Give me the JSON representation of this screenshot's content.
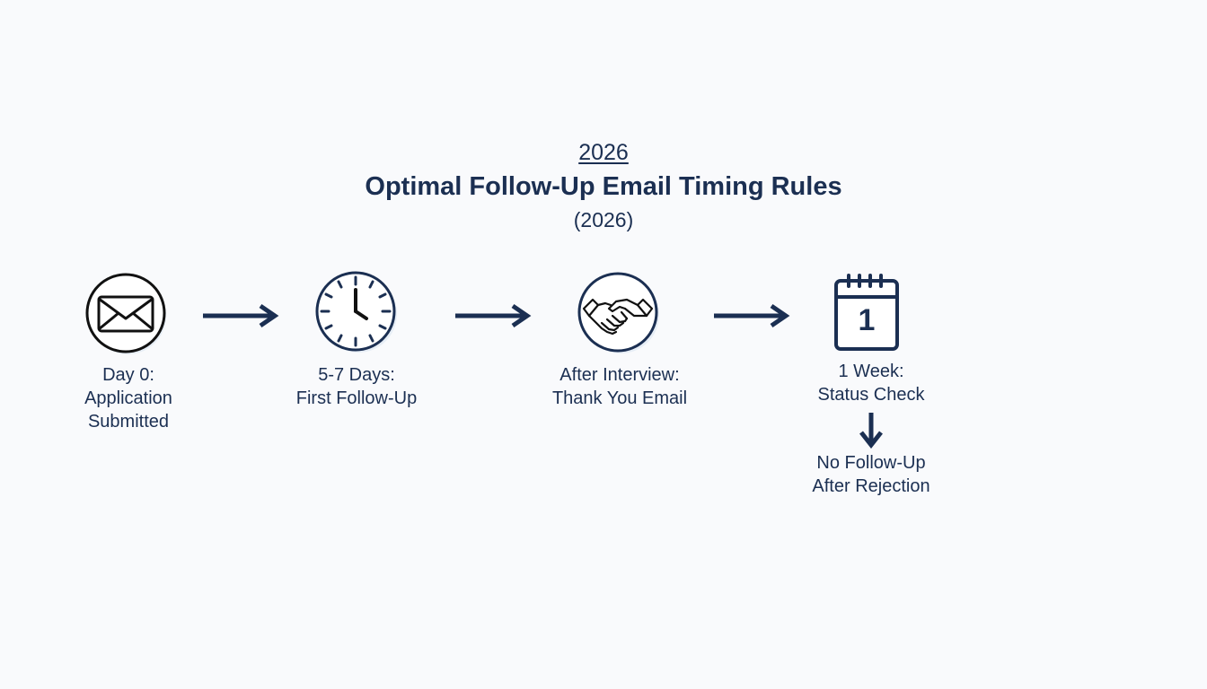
{
  "header": {
    "year": "2026",
    "title": "Optimal Follow-Up Email Timing Rules",
    "subtitle": "(2026)"
  },
  "colors": {
    "primary": "#1b2f52",
    "icon_stroke": "#111111",
    "background": "#f9fafc"
  },
  "steps": [
    {
      "icon": "envelope-icon",
      "label_lines": [
        "Day 0:",
        "Application",
        "Submitted"
      ]
    },
    {
      "icon": "clock-icon",
      "label_lines": [
        "5-7 Days:",
        "First Follow-Up"
      ]
    },
    {
      "icon": "handshake-icon",
      "label_lines": [
        "After Interview:",
        "Thank You Email"
      ]
    },
    {
      "icon": "calendar-icon",
      "calendar_day": "1",
      "label_lines": [
        "1 Week:",
        "Status Check"
      ]
    }
  ],
  "final_note": {
    "label_lines": [
      "No Follow-Up",
      "After Rejection"
    ]
  }
}
